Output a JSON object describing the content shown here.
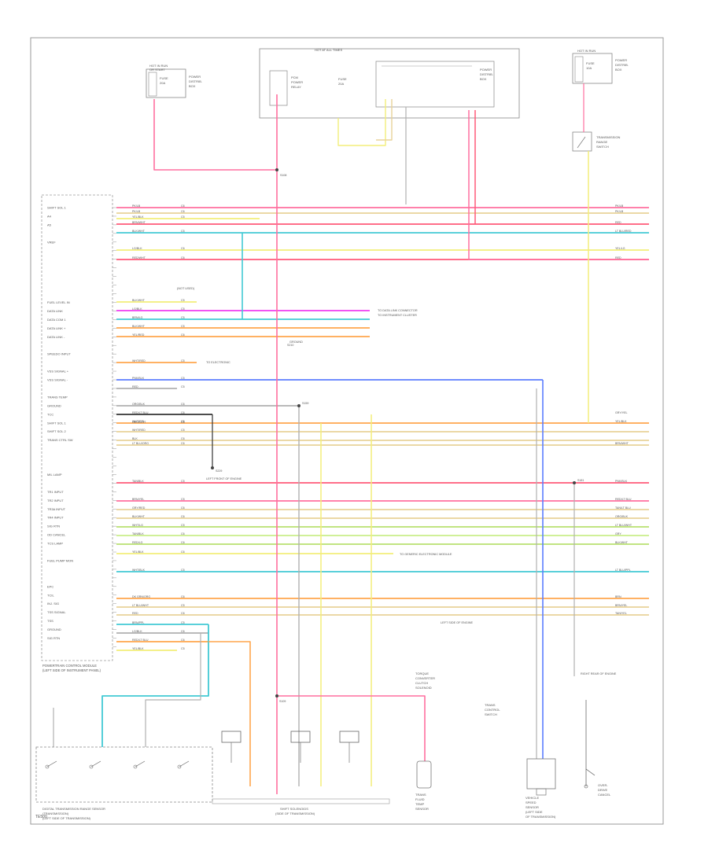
{
  "frame": {
    "footer_code": "TE500"
  },
  "components": {
    "hot_in_run_fuse": {
      "lines": [
        "HOT IN RUN",
        "OR START"
      ],
      "fuse": "FUSE",
      "amp": "20A",
      "caption": [
        "POWER",
        "DISTRIB.",
        "BOX"
      ]
    },
    "hot_at_all_times": {
      "title": "HOT AT ALL TIMES",
      "relay_label": [
        "PCM",
        "POWER",
        "RELAY"
      ],
      "fuse_label": [
        "FUSE",
        "20A"
      ],
      "pdb_label": [
        "POWER",
        "DISTRIB.",
        "BOX"
      ]
    },
    "hot_in_run": {
      "title": "HOT IN RUN",
      "fuse": "FUSE",
      "amp": "10A",
      "caption": [
        "POWER",
        "DISTRIB.",
        "BOX"
      ]
    },
    "trans_range_switch": {
      "lines": [
        "TRANSMISSION",
        "RANGE",
        "SWITCH"
      ]
    },
    "pcm": {
      "lines": [
        "POWERTRAIN CONTROL MODULE",
        "(LEFT SIDE OF INSTRUMENT PANEL)"
      ]
    },
    "trans_sensor": {
      "lines": [
        "DIGITAL TRANSMISSION RANGE SENSOR",
        "(TRANSMISSION)",
        "(LEFT SIDE OF TRANSMISSION)"
      ]
    },
    "shift_solenoids": {
      "lines": [
        "SHIFT SOLENOIDS"
      ],
      "sub": "(SIDE OF TRANSMISSION)"
    },
    "tcc_solenoid": {
      "lines": [
        "TORQUE",
        "CONVERTER",
        "CLUTCH",
        "SOLENOID"
      ]
    },
    "trans_speed_sensor": {
      "lines": [
        "TRANS",
        "FLUID",
        "TEMP",
        "SENSOR"
      ]
    },
    "vss": {
      "lines": [
        "VEHICLE",
        "SPEED",
        "SENSOR",
        "(LEFT SIDE",
        "OF TRANSMISSION)"
      ]
    },
    "tcs_switch": {
      "lines": [
        "TRANS",
        "CONTROL",
        "SWITCH"
      ]
    },
    "od_cancel": {
      "lines": [
        "OVER-",
        "DRIVE",
        "CANCEL"
      ]
    }
  },
  "pcm_pins": [
    "SHIFT SOL 1",
    "A4",
    "A5",
    "",
    "VREF",
    "",
    "",
    "",
    "",
    "",
    "",
    "FUEL LEVEL IN",
    "DATA LINK",
    "DATA COM 1",
    "DATA LINK +",
    "DATA LINK -",
    "",
    "SPEEDO INPUT",
    "",
    "VSS SIGNAL +",
    "VSS SIGNAL -",
    "",
    "TRANS TEMP",
    "GROUND",
    "TCC",
    "SHIFT SOL 1",
    "SHIFT SOL 2",
    "TRANS CTRL SW",
    "",
    "",
    "",
    "MIL LAMP",
    "",
    "TR1 INPUT",
    "TR2 INPUT",
    "TR3A INPUT",
    "TR4 INPUT",
    "SIG RTN",
    "OD CANCEL",
    "TCS LAMP",
    "",
    "FUEL PUMP MON",
    "",
    "",
    "EPC",
    "TCIL",
    "INJ. SIG",
    "TSS SIGNAL",
    "TSS",
    "GROUND",
    "SIG RTN",
    ""
  ],
  "wires": {
    "left_labels": [
      "PK/LB",
      "PK/LB",
      "YEL/BLK",
      "BRN/WHT",
      "LG/BLK",
      "BLK/WHT",
      "LG/BLK",
      "BRN/LG",
      "BLK/WHT",
      "YEL/RED",
      "WHT/RED",
      "PNK/BLK",
      "RED",
      "ORG/BLK",
      "RED/LT BLU",
      "WHT/PPL",
      "WHT/RED",
      "BLK",
      "LT BLU/ORG",
      "TAN/BLK",
      "BRN/YEL",
      "GRY/RED",
      "BLK/WHT",
      "WHT/LG",
      "TAN/BLK",
      "RED/LG",
      "YEL/BLK",
      "WHT/BLK",
      "DK GRN/ORG",
      "LT BLU/WHT",
      "RED",
      "BRN/PPL",
      "LG/BLK",
      "RED/LT BLU",
      "YEL/BLK",
      "RED/WHT",
      "BLK/WHT",
      "ORG/WHT"
    ],
    "mid_codes": [
      "C6",
      "C6",
      "C5",
      "",
      "C6",
      "C5",
      "C5",
      "C5",
      "C5",
      "C6",
      "C5",
      "C5",
      "C5",
      "C6",
      "C6",
      "C5",
      "C5",
      "C6",
      "C6",
      "C5",
      "C5",
      "C6",
      "C6",
      "C5",
      "C6",
      "C6",
      "C6",
      "C5",
      "C6",
      "C5",
      "C6",
      "C5",
      "C6",
      "C6",
      "C5",
      "C6",
      "C5",
      "C5"
    ],
    "right_labels": [
      "PK/LB",
      "PK/LB",
      "RED",
      "LT BLU/RED",
      "YEL/LG",
      "RED",
      "GRY/YEL",
      "YEL/BLK",
      "BRN/WHT",
      "PNK/BLK",
      "RED/LT BLU",
      "TAN/LT BLU",
      "ORG/BLK",
      "LT BLU/WHT",
      "GRY",
      "BLK/WHT",
      "LT BLU/PPL",
      "BRN",
      "BRN/YEL",
      "TAN/YEL"
    ],
    "splices": [
      "S108",
      "S109",
      "S159",
      "S229",
      "S181",
      "S210"
    ]
  },
  "notes": [
    "(NOT USED)",
    "GROUND",
    "TO ELECTRONIC",
    "TO DATA LINK CONNECTOR",
    "TO INSTRUMENT CLUSTER",
    "LEFT FRONT OF ENGINE",
    "TO GENERIC ELECTRONIC MODULE",
    "LEFT SIDE OF ENGINE",
    "RIGHT REAR OF ENGINE"
  ],
  "colors": {
    "pink": "#ff6f9f",
    "red": "#ff5a78",
    "yellow": "#f3ee7a",
    "tan": "#e8d39a",
    "cyan": "#42c9d4",
    "magenta": "#f03cf0",
    "orange": "#ffa64d",
    "blue": "#5c7dff",
    "green": "#b8e070",
    "lgreen": "#caee8a",
    "gray": "#b0b0b0",
    "black": "#333333"
  }
}
